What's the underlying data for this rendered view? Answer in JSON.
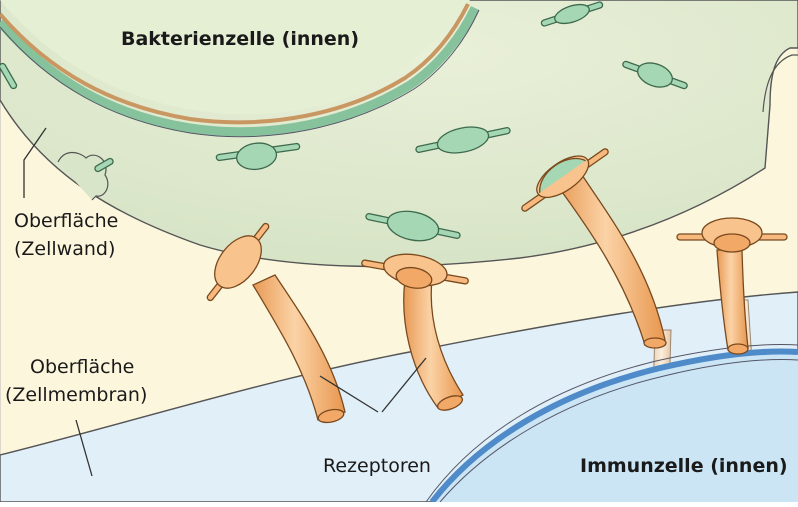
{
  "labels": {
    "bacterium_inner": "Bakterienzelle (innen)",
    "cell_wall_line1": "Oberfläche",
    "cell_wall_line2": "(Zellwand)",
    "membrane_line1": "Oberfläche",
    "membrane_line2": "(Zellmembran)",
    "receptors": "Rezeptoren",
    "immune_inner": "Immunzelle (innen)"
  },
  "colors": {
    "background": "#fcf7dc",
    "bacterium_wall": "#e4eccf",
    "bacterium_inner": "#e2efd2",
    "membrane_green": "#7fbf98",
    "wall_line_tan": "#c79a66",
    "immune_cell": "#dfeef7",
    "immune_inner": "#cbe5f5",
    "immune_membrane": "#4f8ac9",
    "receptor": "#f7b97e",
    "antigen": "#a6d7b5"
  }
}
